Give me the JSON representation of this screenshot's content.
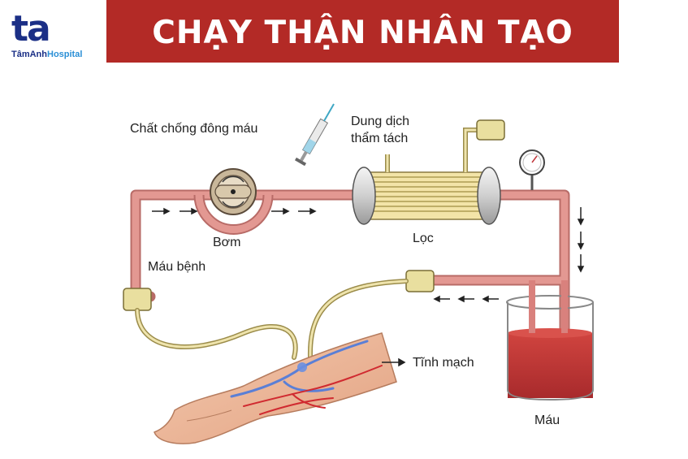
{
  "brand": {
    "logo_mark": "ta",
    "logo_text_primary": "TâmAnh",
    "logo_text_secondary": "Hospital"
  },
  "title": "CHẠY THẬN NHÂN TẠO",
  "labels": {
    "anticoagulant": "Chất chống đông máu",
    "dialysate_line1": "Dung dịch",
    "dialysate_line2": "thẩm tách",
    "pump": "Bơm",
    "filter": "Lọc",
    "diseased_blood": "Máu bệnh",
    "vein": "Tĩnh mạch",
    "blood": "Máu"
  },
  "colors": {
    "title_bg": "#b32a26",
    "brand_blue": "#1b2f86",
    "tube": "#d9817d",
    "blood": "#c0353a",
    "dialysate_tube": "#e9dea4"
  }
}
